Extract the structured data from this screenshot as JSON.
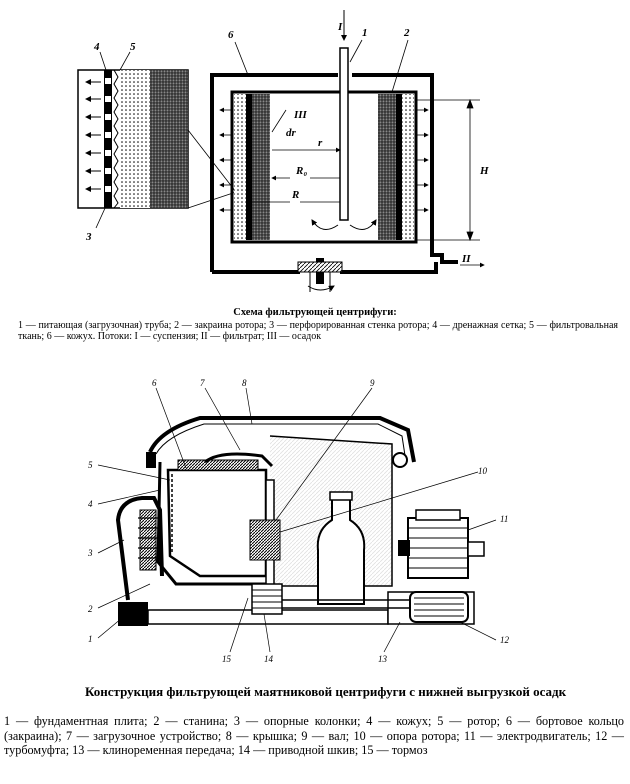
{
  "figure1": {
    "callouts": [
      {
        "id": "I",
        "text": "I"
      },
      {
        "id": "n1",
        "text": "1"
      },
      {
        "id": "n2",
        "text": "2"
      },
      {
        "id": "n3",
        "text": "3"
      },
      {
        "id": "n4",
        "text": "4"
      },
      {
        "id": "n5",
        "text": "5"
      },
      {
        "id": "n6",
        "text": "6"
      },
      {
        "id": "III",
        "text": "III"
      },
      {
        "id": "dr",
        "text": "dr"
      },
      {
        "id": "r",
        "text": "r"
      },
      {
        "id": "R0",
        "text": "R₀"
      },
      {
        "id": "R",
        "text": "R"
      },
      {
        "id": "H",
        "text": "H"
      },
      {
        "id": "II",
        "text": "II"
      }
    ],
    "caption_title": "Схема фильтрующей центрифуги:",
    "caption_text": "1 — питающая (загрузочная) труба; 2 — закраина ротора; 3 — перфорированная стенка ротора; 4 — дренажная сетка; 5 — фильтровальная ткань; 6 — кожух. Потоки: I — суспензия; II — фильтрат; III — осадок"
  },
  "figure2": {
    "callouts": [
      {
        "id": "c1",
        "text": "1"
      },
      {
        "id": "c2",
        "text": "2"
      },
      {
        "id": "c3",
        "text": "3"
      },
      {
        "id": "c4",
        "text": "4"
      },
      {
        "id": "c5",
        "text": "5"
      },
      {
        "id": "c6",
        "text": "6"
      },
      {
        "id": "c7",
        "text": "7"
      },
      {
        "id": "c8",
        "text": "8"
      },
      {
        "id": "c9",
        "text": "9"
      },
      {
        "id": "c10",
        "text": "10"
      },
      {
        "id": "c11",
        "text": "11"
      },
      {
        "id": "c12",
        "text": "12"
      },
      {
        "id": "c13",
        "text": "13"
      },
      {
        "id": "c14",
        "text": "14"
      },
      {
        "id": "c15",
        "text": "15"
      }
    ],
    "caption_title": "Конструкция фильтрующей маятниковой центрифуги с нижней выгрузкой осадк",
    "caption_text": "1 — фундаментная плита; 2 — станина; 3 — опорные колонки; 4 — кожух; 5 — ротор; 6 — бортовое кольцо (закраина); 7 — загрузочное устройство; 8 — крышка; 9 — вал; 10 — опора ротора; 11 — электродвигатель; 12 — турбомуфта; 13 — клиноременная передача; 14 — приводной шкив; 15 — тормоз"
  }
}
